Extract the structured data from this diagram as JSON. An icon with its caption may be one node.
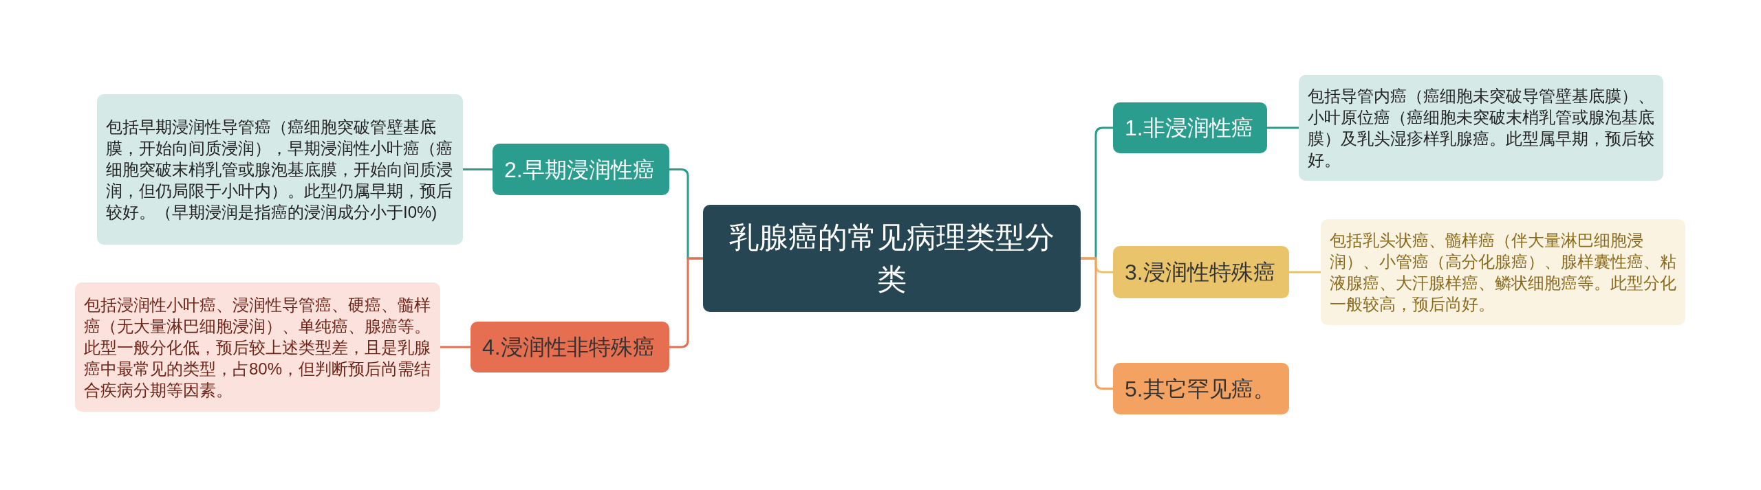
{
  "diagram": {
    "nodes": [
      {
        "text": [
          "乳腺癌的常见病理类型分类"
        ]
      },
      {
        "text": [
          "1.非浸润性癌"
        ]
      },
      {
        "text": [
          "包括导管内癌（癌细胞未突破导管壁基底膜）、小叶原位癌（癌细胞未突破末梢乳管或腺泡基底膜）及乳头湿疹样乳腺癌。此型属早期，预后较好。"
        ]
      },
      {
        "text": [
          "2.早期浸润性癌"
        ]
      },
      {
        "text": [
          "包括早期浸润性导管癌（癌细胞突破管壁基底膜，开始向间质浸润），早期浸润性小叶癌（癌细胞突破末梢乳管或腺泡基底膜，开始向间质浸润，但仍局限于小叶内）。此型仍属早期，预后较好。（早期浸润是指癌的浸润成分小于I0%)"
        ]
      },
      {
        "text": [
          "3.浸润性特殊癌"
        ]
      },
      {
        "text": [
          "包括乳头状癌、髓样癌（伴大量淋巴细胞浸润）、小管癌（高分化腺癌）、腺样囊性癌、粘液腺癌、大汗腺样癌、鳞状细胞癌等。此型分化一般较高，预后尚好。"
        ]
      },
      {
        "text": [
          "4.浸润性非特殊癌"
        ]
      },
      {
        "text": [
          "包括浸润性小叶癌、浸润性导管癌、硬癌、髓样癌（无大量淋巴细胞浸润）、单纯癌、腺癌等。此型一般分化低，预后较上述类型差，且是乳腺癌中最常见的类型，占80%，但判断预后尚需结合疾病分期等因素。"
        ]
      },
      {
        "text": [
          "5.其它罕见癌。"
        ]
      }
    ],
    "edges": [
      {
        "from": 0,
        "to": 1,
        "arrow": "none"
      },
      {
        "from": 1,
        "to": 2,
        "arrow": "none"
      },
      {
        "from": 0,
        "to": 3,
        "arrow": "none"
      },
      {
        "from": 3,
        "to": 4,
        "arrow": "none"
      },
      {
        "from": 0,
        "to": 5,
        "arrow": "none",
        "color": "#e9c46a"
      },
      {
        "from": 5,
        "to": 6,
        "arrow": "none",
        "color": "#e9c46a"
      },
      {
        "from": 0,
        "to": 7,
        "arrow": "none",
        "color": "#e76f51"
      },
      {
        "from": 7,
        "to": 8,
        "arrow": "none",
        "color": "#e76f51"
      },
      {
        "from": 0,
        "to": 9,
        "arrow": "none",
        "color": "#f4a261"
      }
    ]
  }
}
